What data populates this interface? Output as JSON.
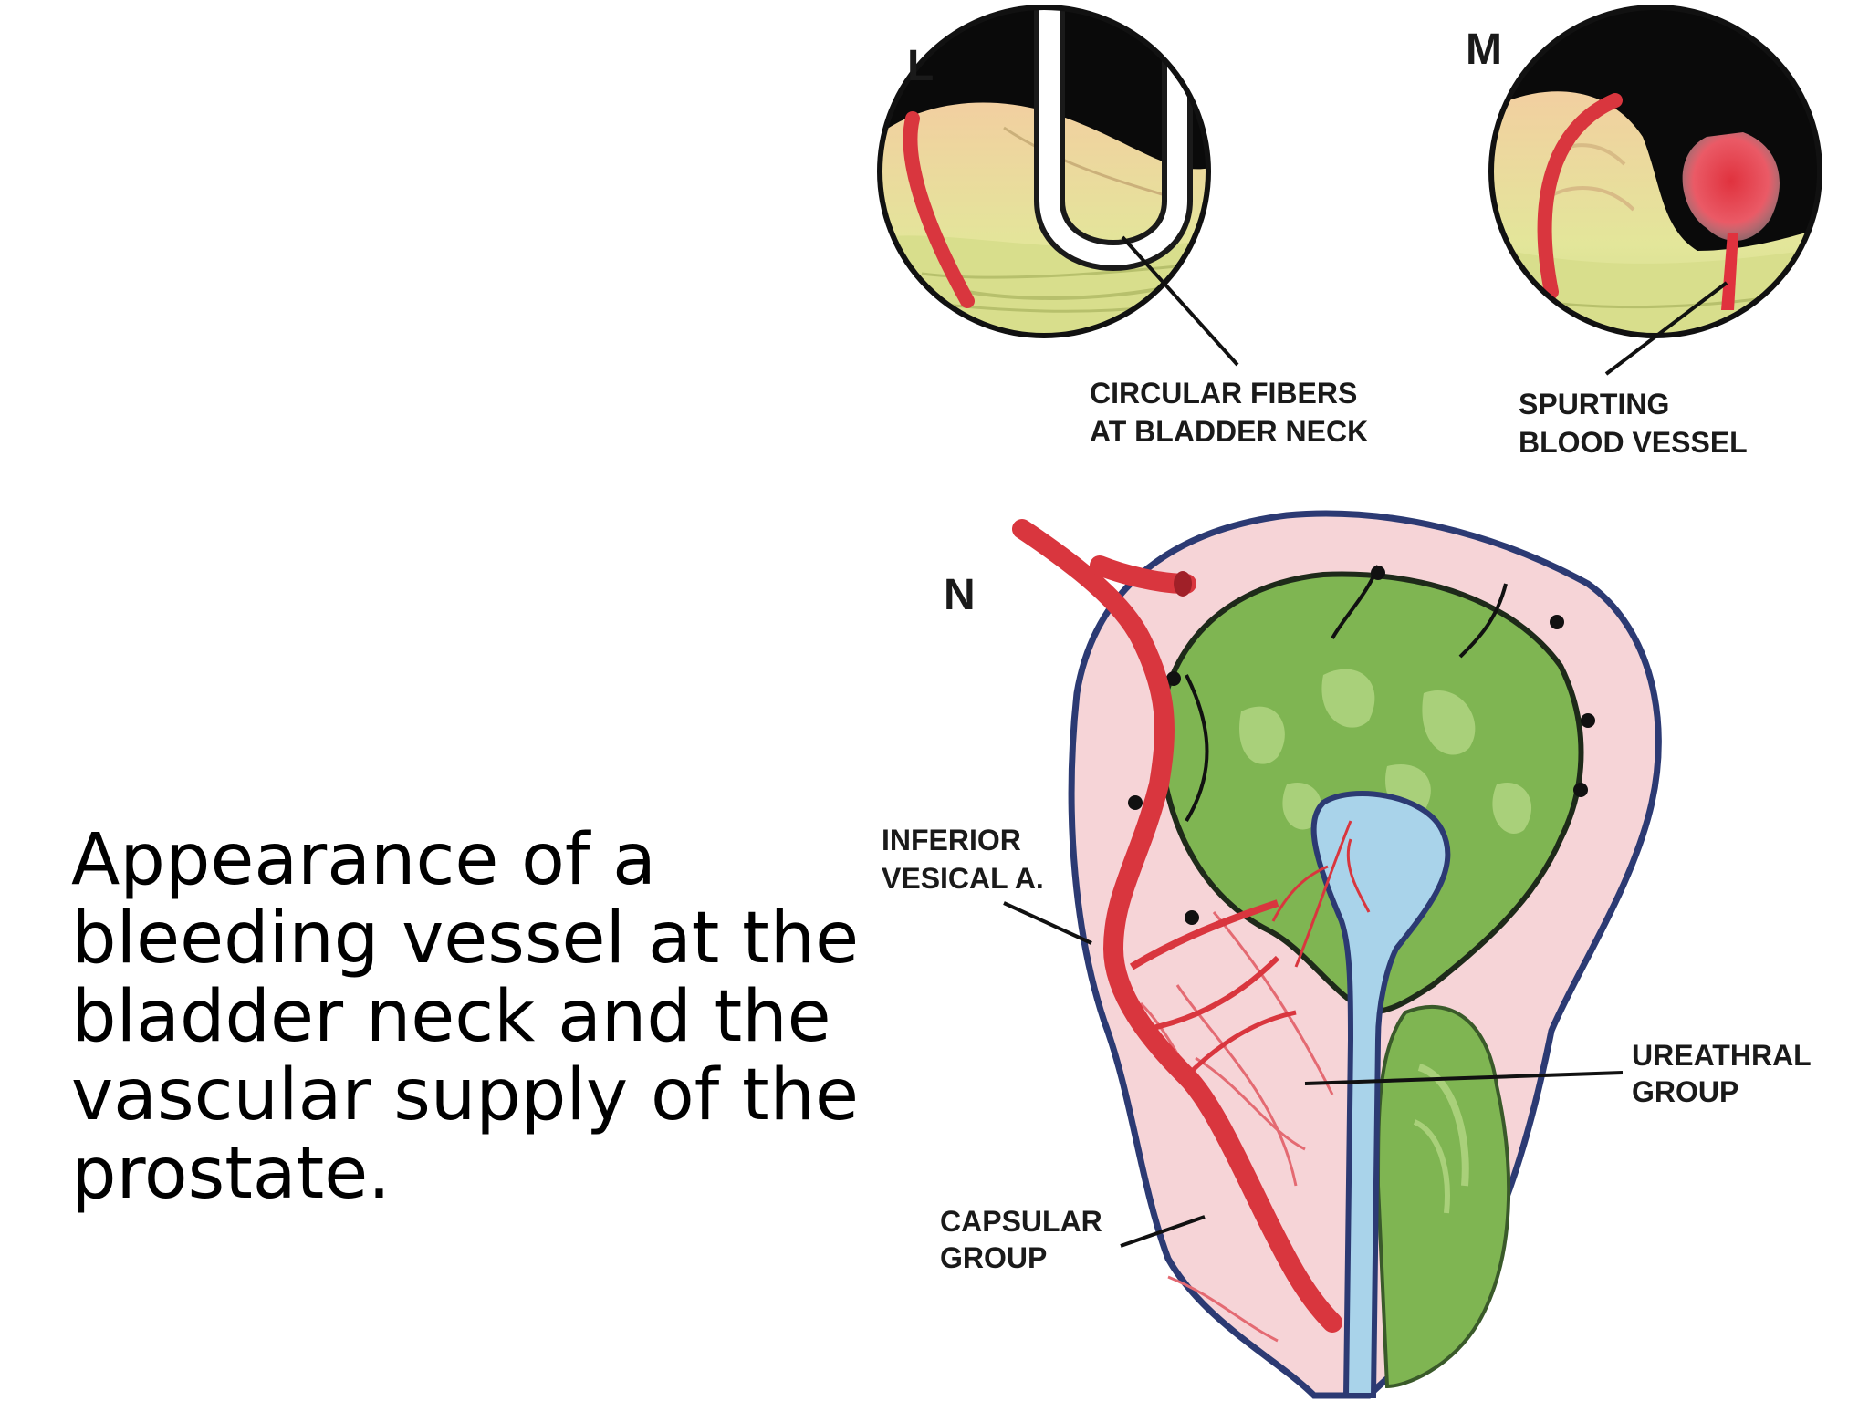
{
  "caption": {
    "lines": [
      "Appearance of a",
      "bleeding vessel at the",
      "bladder neck and the",
      "vascular supply of the",
      "prostate."
    ]
  },
  "panels": {
    "L": {
      "letter": "L",
      "label_lines": [
        "CIRCULAR FIBERS",
        "AT BLADDER NECK"
      ]
    },
    "M": {
      "letter": "M",
      "label_lines": [
        "SPURTING",
        "BLOOD VESSEL"
      ]
    },
    "N": {
      "letter": "N",
      "inferior_vesical_lines": [
        "INFERIOR",
        "VESICAL A."
      ],
      "ureathral_group_lines": [
        "UREATHRAL",
        "GROUP"
      ],
      "capsular_group_lines": [
        "CAPSULAR",
        "GROUP"
      ]
    }
  },
  "colors": {
    "artery_red": "#d9363e",
    "tissue_yellow": "#e3e69a",
    "mucosa_green": "#7fb552",
    "urethra_blue": "#a9d3ea",
    "capsule_pink": "#f6d4d7",
    "outline_navy": "#2c3a73"
  }
}
